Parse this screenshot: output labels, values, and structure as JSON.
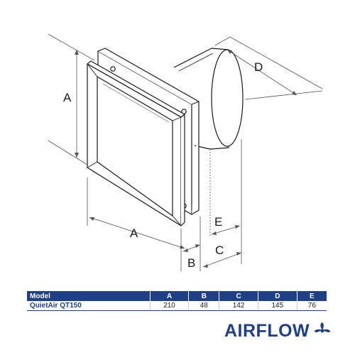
{
  "diagram": {
    "labels": {
      "a_height": "A",
      "a_width": "A",
      "b": "B",
      "c": "C",
      "d": "D",
      "e": "E"
    }
  },
  "table": {
    "headers": [
      "Model",
      "A",
      "B",
      "C",
      "D",
      "E"
    ],
    "rows": [
      [
        "QuietAir QT150",
        "210",
        "48",
        "142",
        "145",
        "76"
      ]
    ]
  },
  "brand": {
    "logo_text": "AIRFLOW",
    "primary_color": "#1f3f87"
  }
}
